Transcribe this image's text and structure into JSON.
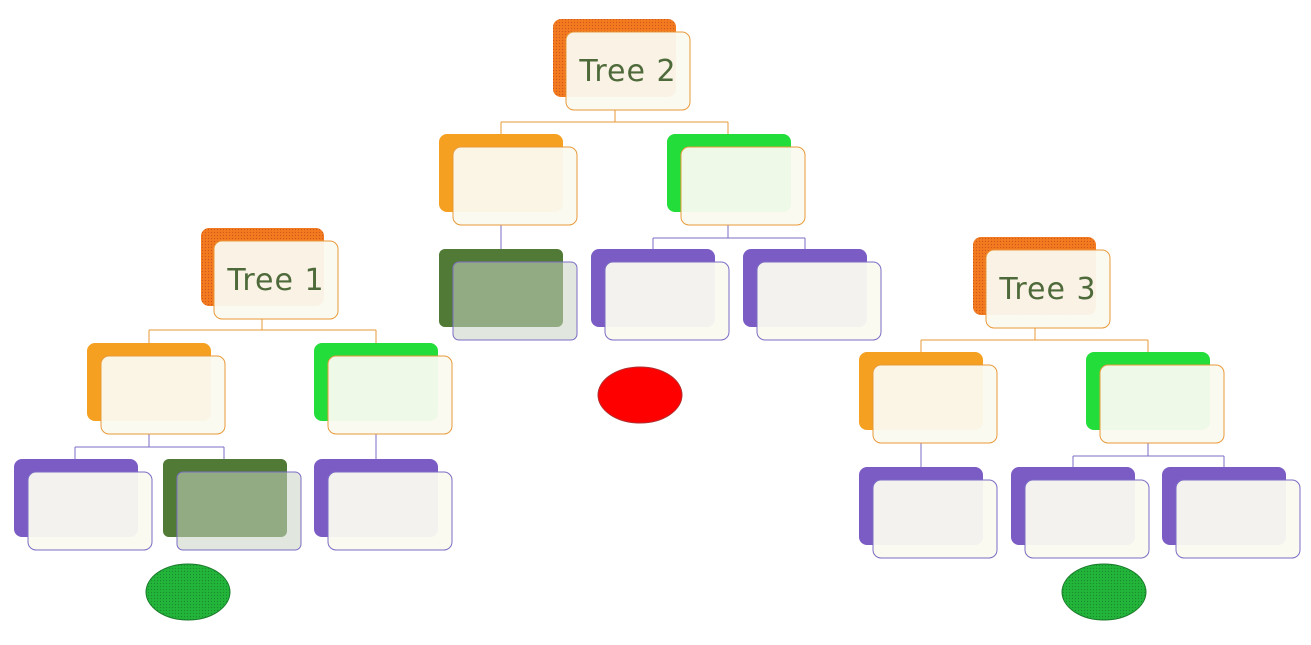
{
  "diagram": {
    "trees": [
      {
        "id": "tree-1",
        "title": "Tree 1",
        "leaf_marker": "green"
      },
      {
        "id": "tree-2",
        "title": "Tree 2",
        "leaf_marker": "red"
      },
      {
        "id": "tree-3",
        "title": "Tree 3",
        "leaf_marker": "green"
      }
    ]
  },
  "colors": {
    "root_back": "#f47a20",
    "left_child_back": "#f5a020",
    "right_child_back": "#22dd3a",
    "leaf_back": "#7b5cc4",
    "highlight_leaf": "#507a35",
    "card_front": "#fafaf0",
    "marker_red": "#ff0000",
    "marker_green": "#22b53a",
    "connector_orange": "#e89a3a",
    "connector_purple": "#7b6cc4",
    "title_text": "#4e6a3a"
  }
}
